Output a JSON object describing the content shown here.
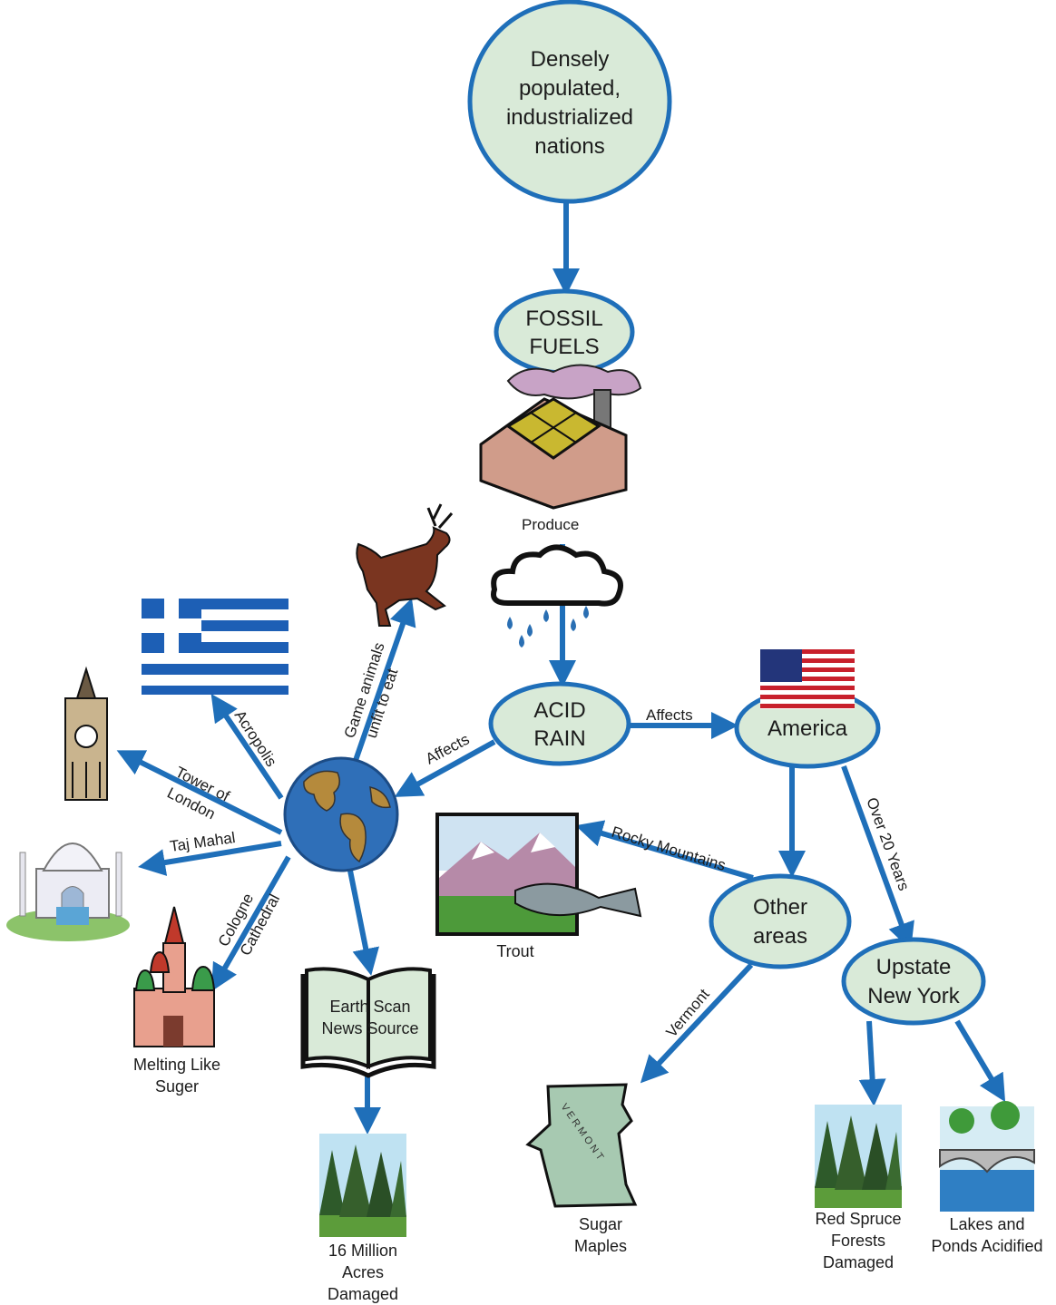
{
  "nodes": {
    "nations": [
      "Densely",
      "populated,",
      "industrialized",
      "nations"
    ],
    "fossil_fuels": [
      "FOSSIL",
      "FUELS"
    ],
    "acid_rain": [
      "ACID",
      "RAIN"
    ],
    "america": "America",
    "other_areas": [
      "Other",
      "areas"
    ],
    "upstate_ny": [
      "Upstate",
      "New York"
    ]
  },
  "edge_labels": {
    "produce": "Produce",
    "affects_world": "Affects",
    "affects_america": "Affects",
    "game_animals": [
      "Game animals",
      "unfit to eat"
    ],
    "acropolis": "Acropolis",
    "tower_of_london": [
      "Tower of",
      "London"
    ],
    "taj_mahal": "Taj Mahal",
    "cologne_cathedral": [
      "Cologne",
      "Cathedral"
    ],
    "rocky_mountains": "Rocky Mountains",
    "over_20_years": "Over 20 Years",
    "vermont": "Vermont"
  },
  "captions": {
    "melting": [
      "Melting Like",
      "Suger"
    ],
    "book": [
      "Earth Scan",
      "News Source"
    ],
    "sixteen_million": [
      "16 Million",
      "Acres",
      "Damaged"
    ],
    "trout": "Trout",
    "sugar_maples": [
      "Sugar",
      "Maples"
    ],
    "red_spruce": [
      "Red Spruce",
      "Forests",
      "Damaged"
    ],
    "lakes": [
      "Lakes and",
      "Ponds Acidified"
    ],
    "vermont_map_letters": "V E R M O N T"
  },
  "icons": [
    "factory-icon",
    "rain-cloud-icon",
    "deer-icon",
    "greek-flag-icon",
    "us-flag-icon",
    "big-ben-icon",
    "taj-mahal-icon",
    "st-basils-icon",
    "globe-icon",
    "book-icon",
    "forest-icon",
    "trout-mountain-icon",
    "vermont-map-icon",
    "bridge-lake-icon"
  ],
  "colors": {
    "node_fill": "#d9ead8",
    "node_stroke": "#1f6fb9",
    "arrow": "#1f6fb9"
  }
}
